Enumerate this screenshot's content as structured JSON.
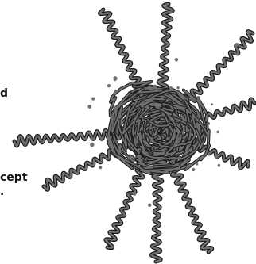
{
  "text_fragments": [
    {
      "id": "frag-1",
      "text": "d"
    },
    {
      "id": "frag-2",
      "text": "cept"
    },
    {
      "id": "frag-3",
      "text": "."
    }
  ],
  "illustration": {
    "subject": "polymer-star-icon",
    "stroke_color": "#6f6f6f",
    "outline_color": "#1a1a1a",
    "arm_count": 10
  }
}
